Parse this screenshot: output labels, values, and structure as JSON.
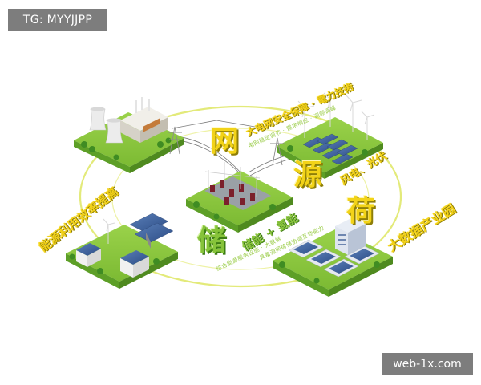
{
  "watermark": {
    "tag": "TG: MYYJJPP",
    "site": "web-1x.com"
  },
  "labels": {
    "grid_char": "网",
    "source_char": "源",
    "load_char": "荷",
    "storage_char": "储",
    "grid_title": "大电网安全保障 · 電力技術",
    "grid_sub": "电网稳定调节 · 需求响应 · 调频调峰",
    "source_caption": "风电、光伏",
    "load_caption": "大数据产业园",
    "storage_caption": "储能 + 氢能",
    "storage_sub_left": "综合能源服务设施 · 大数据",
    "storage_sub_right": "具备源网荷储协调互动能力",
    "left_caption": "能源利用效率提高"
  },
  "colors": {
    "ring": "#e4ea78",
    "grass": "#8cc63f",
    "grass_dark": "#5d9f27",
    "yellow": "#f2d318"
  }
}
